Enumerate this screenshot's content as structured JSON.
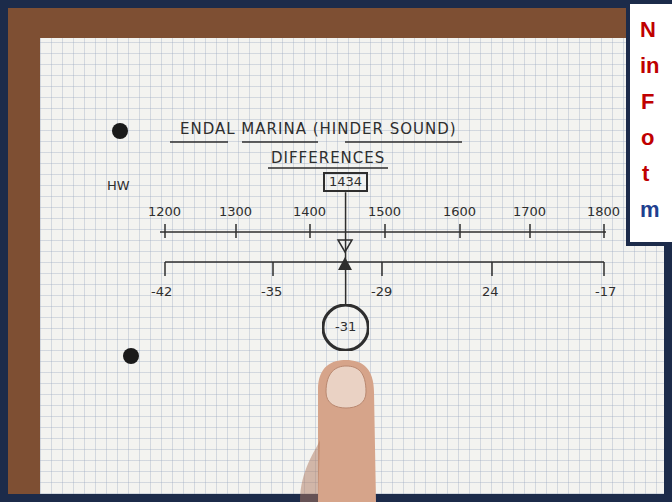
{
  "diagram": {
    "title": "ENDAL MARINA (HINDER SOUND)",
    "nodes": [
      {
        "text": [
          "1434"
        ]
      },
      {
        "text": [
          "-31"
        ]
      }
    ],
    "edges": [
      {
        "from": 0,
        "to": 1,
        "arrow": "none"
      }
    ],
    "labels": [
      "DIFFERENCES",
      "HW",
      "1200",
      "1300",
      "1400",
      "1500",
      "1600",
      "1700",
      "1800",
      "-42",
      "-35",
      "-29",
      "24",
      "-17",
      "N",
      "in",
      "F",
      "o",
      "t",
      "m"
    ]
  }
}
